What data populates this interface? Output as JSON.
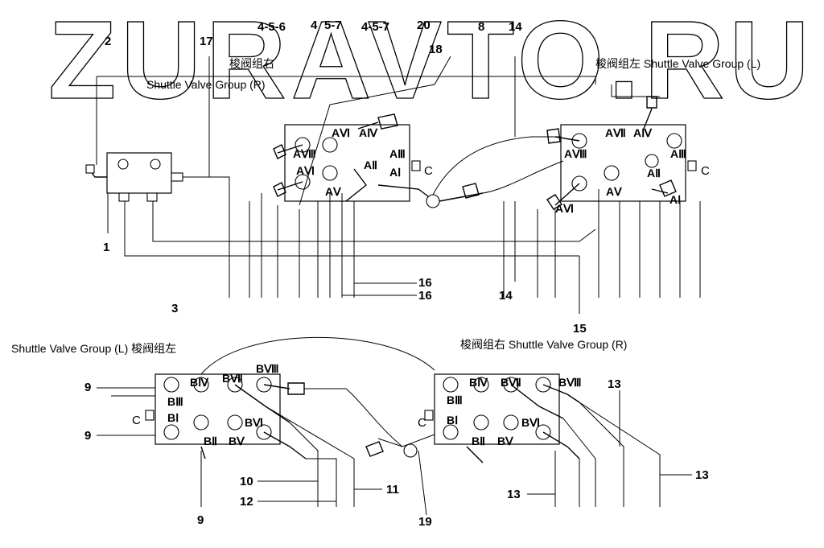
{
  "watermark": "ZURAVTO.RU",
  "titles": {
    "top_right_group": "梭阀组右",
    "top_right_group_en": "Shuttle Valve Group (R)",
    "top_left_group": "梭阀组左 Shuttle Valve Group (L)",
    "bottom_left_group": "Shuttle Valve Group (L) 梭阀组左",
    "bottom_right_group": "梭阀组右 Shuttle Valve Group (R)"
  },
  "callouts": {
    "n2": "2",
    "n17": "17",
    "n456": "4-5-6",
    "n4": "4",
    "n57": "5-7",
    "n457": "4-5-7",
    "n20": "20",
    "n8": "8",
    "n14a": "14",
    "n18": "18",
    "n1": "1",
    "n3": "3",
    "n16a": "16",
    "n16b": "16",
    "n14b": "14",
    "n15": "15",
    "n9a": "9",
    "n9b": "9",
    "n9c": "9",
    "n10": "10",
    "n12": "12",
    "n11": "11",
    "n19": "19",
    "n13a": "13",
    "n13b": "13",
    "n13c": "13"
  },
  "ports_top_right": {
    "a8": "AⅧ",
    "a6": "AⅥ",
    "a4": "AⅣ",
    "a3": "AⅢ",
    "a6b": "AⅥ",
    "a2": "AⅡ",
    "a1": "AⅠ",
    "a5": "AⅤ",
    "c": "C"
  },
  "ports_top_left": {
    "a7": "AⅦ",
    "a4": "AⅣ",
    "a8": "AⅧ",
    "a3": "AⅢ",
    "c": "C",
    "a2": "AⅡ",
    "a5": "AⅤ",
    "a1": "AⅠ",
    "a6": "AⅥ"
  },
  "ports_bottom_left": {
    "b4": "BⅣ",
    "b7": "BⅦ",
    "b8": "BⅧ",
    "b3": "BⅢ",
    "c": "C",
    "b1": "BⅠ",
    "b6": "BⅥ",
    "b2": "BⅡ",
    "b5": "BⅤ"
  },
  "ports_bottom_right": {
    "b4": "BⅣ",
    "b7": "BⅦ",
    "b8": "BⅧ",
    "b3": "BⅢ",
    "c": "C",
    "b1": "BⅠ",
    "b6": "BⅥ",
    "b2": "BⅡ",
    "b5": "BⅤ"
  }
}
